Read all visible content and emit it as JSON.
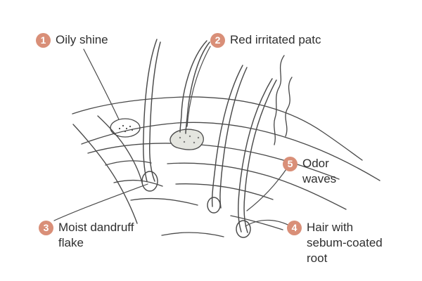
{
  "colors": {
    "badge": "#d98f78",
    "ink": "#2f2f2f",
    "line": "#4a4a4a",
    "patch": "#e4e5df"
  },
  "labels": [
    {
      "number": "1",
      "text": "Oily shine"
    },
    {
      "number": "2",
      "text": "Red irritated patc"
    },
    {
      "number": "3",
      "text": "Moist dandruff\nflake"
    },
    {
      "number": "4",
      "text": "Hair with\nsebum-coated\nroot"
    },
    {
      "number": "5",
      "text": "Odor\nwaves"
    }
  ]
}
